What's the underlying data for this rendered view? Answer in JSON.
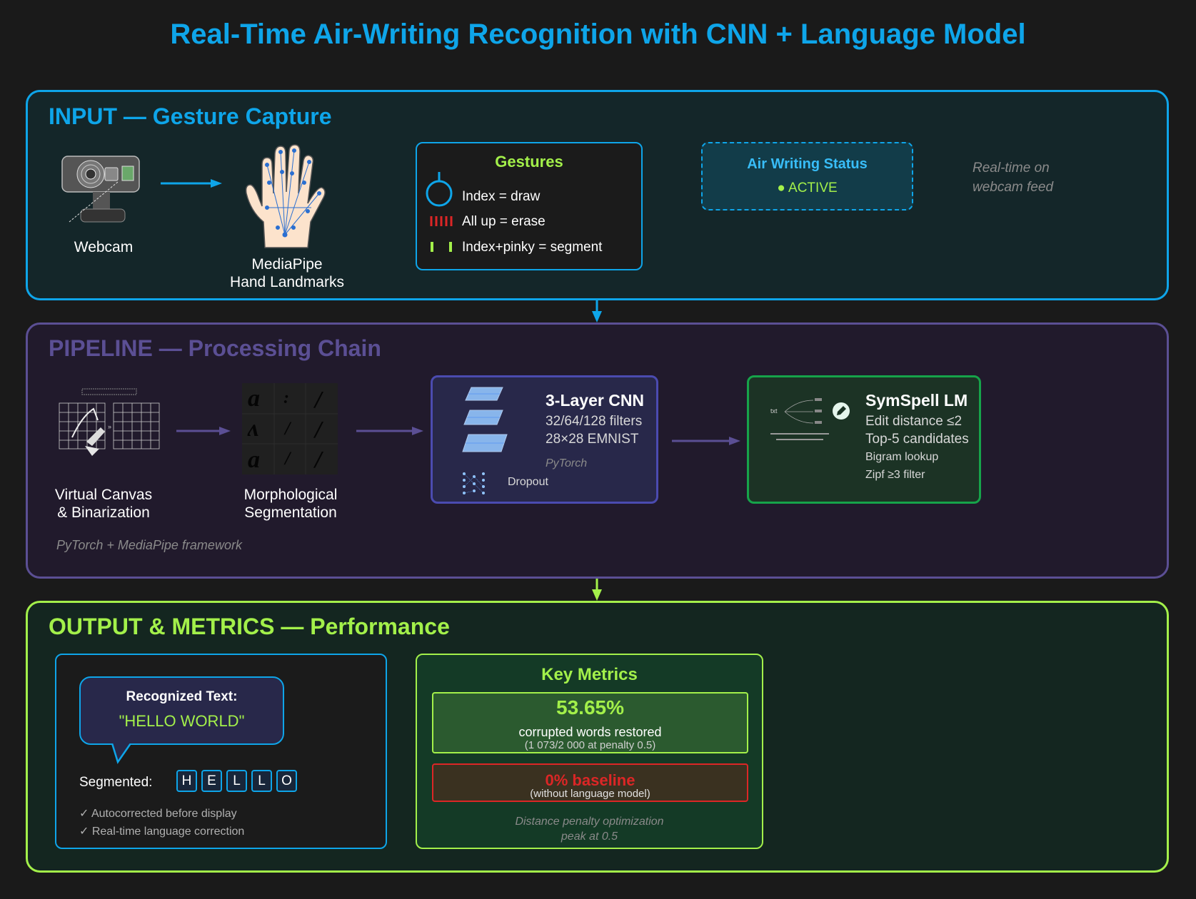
{
  "title": "Real-Time Air-Writing Recognition with CNN + Language Model",
  "colors": {
    "input": "#0ea5e9",
    "pipeline": "#5b4f94",
    "output": "#a3f04a",
    "alert": "#dc2626",
    "lm": "#16a34a"
  },
  "input": {
    "heading": "INPUT — Gesture Capture",
    "webcam_label": "Webcam",
    "mediapipe_label_1": "MediaPipe",
    "mediapipe_label_2": "Hand Landmarks",
    "gestures": {
      "title": "Gestures",
      "items": [
        {
          "icon": "index-finger-icon",
          "text": "Index = draw"
        },
        {
          "icon": "all-fingers-icon",
          "text": "All up = erase"
        },
        {
          "icon": "two-fingers-icon",
          "text": "Index+pinky = segment"
        }
      ]
    },
    "status": {
      "title": "Air Writing Status",
      "value": "● ACTIVE"
    },
    "note_1": "Real-time on",
    "note_2": "webcam feed"
  },
  "pipeline": {
    "heading": "PIPELINE — Processing Chain",
    "canvas_label_1": "Virtual Canvas",
    "canvas_label_2": "& Binarization",
    "seg_label_1": "Morphological",
    "seg_label_2": "Segmentation",
    "cnn": {
      "title": "3-Layer CNN",
      "line1": "32/64/128 filters",
      "line2": "28×28 EMNIST",
      "framework": "PyTorch",
      "dropout": "Dropout"
    },
    "lm": {
      "title": "SymSpell LM",
      "line1": "Edit distance ≤2",
      "line2": "Top-5 candidates",
      "line3": "Bigram lookup",
      "line4": "Zipf ≥3 filter"
    },
    "framework_note": "PyTorch + MediaPipe framework"
  },
  "output": {
    "heading": "OUTPUT & METRICS — Performance",
    "recognized_label": "Recognized Text:",
    "recognized_text": "\"HELLO WORLD\"",
    "segmented_label": "Segmented:",
    "segmented_chars": [
      "H",
      "E",
      "L",
      "L",
      "O"
    ],
    "check_1": "✓ Autocorrected before display",
    "check_2": "✓ Real-time language correction",
    "metrics": {
      "title": "Key Metrics",
      "primary_value": "53.65%",
      "primary_label": "corrupted words restored",
      "primary_detail": "(1 073/2 000 at penalty 0.5)",
      "baseline_value": "0% baseline",
      "baseline_detail": "(without language model)",
      "note_1": "Distance penalty optimization",
      "note_2": "peak at 0.5"
    }
  }
}
